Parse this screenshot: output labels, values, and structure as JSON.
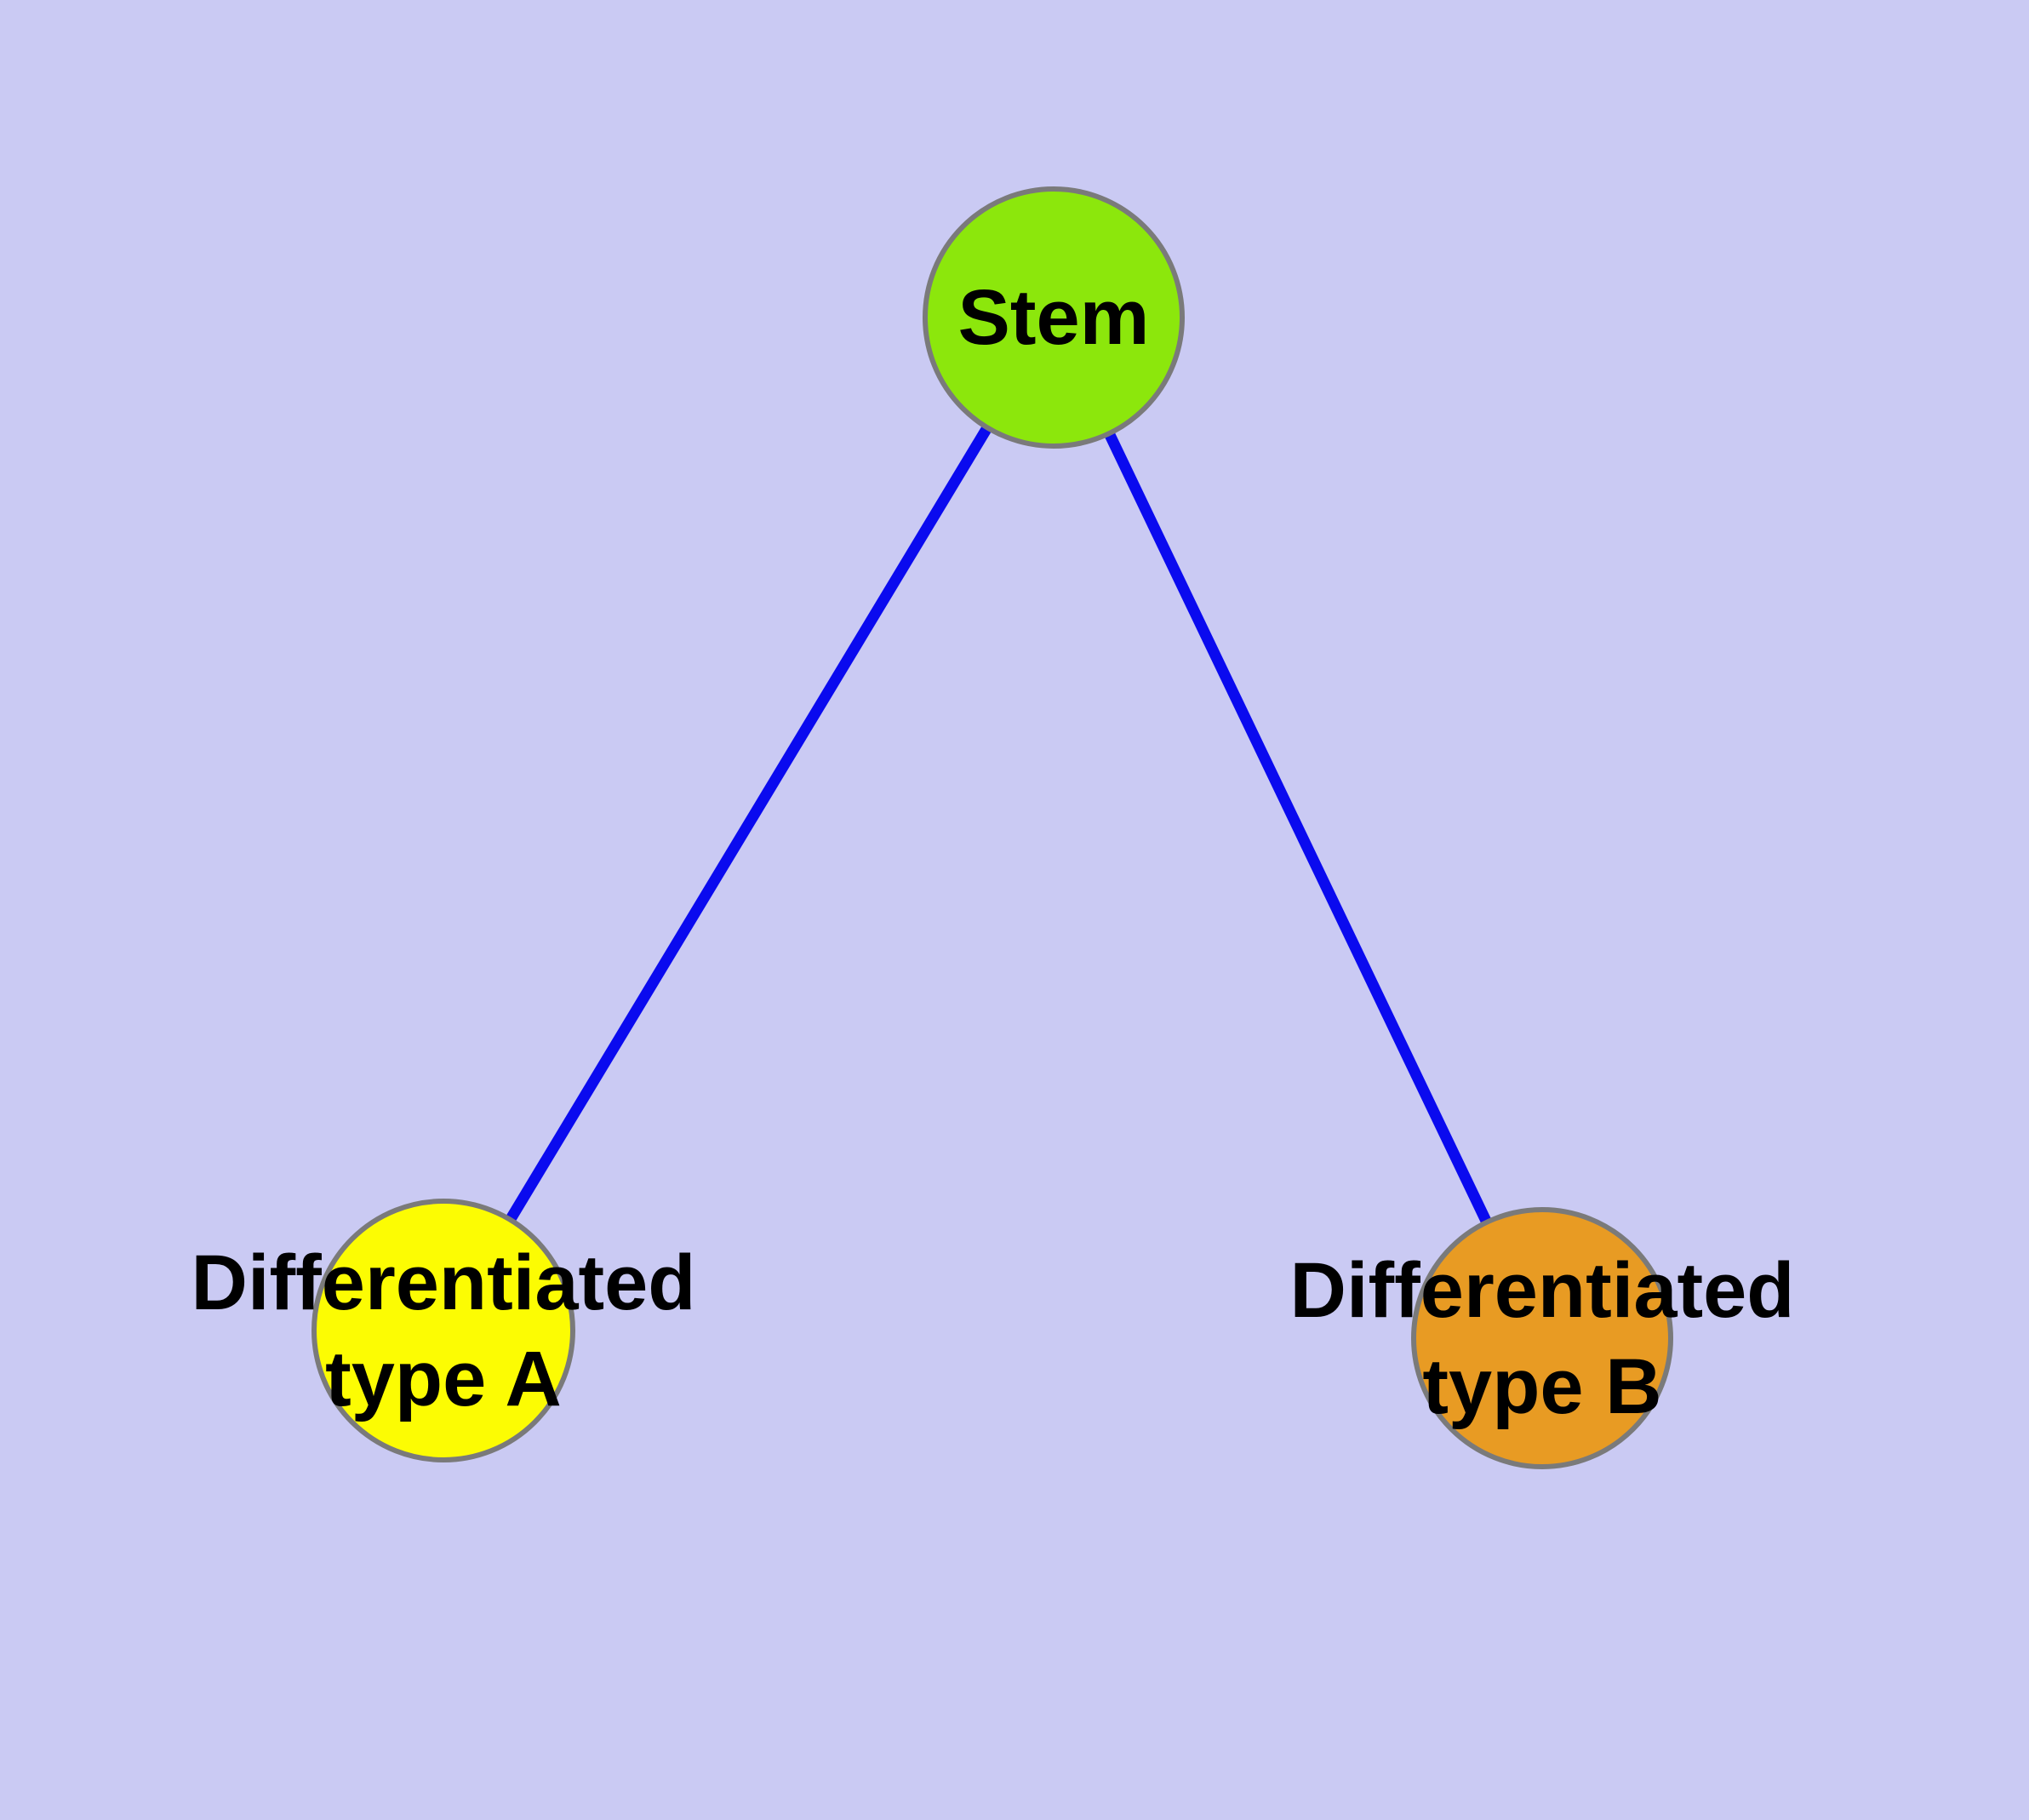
{
  "diagram": {
    "type": "node-link-graph",
    "description": "Stem cell differentiation hierarchy: one stem node connected to two differentiated cell type nodes",
    "colors": {
      "background": "#CACAF3",
      "edge": "#0A0AEF",
      "node_border": "#7A7A7A",
      "text": "#000000"
    },
    "nodes": {
      "stem": {
        "label": "Stem",
        "fill": "#8CE70C"
      },
      "type_a": {
        "label_line1": "Differentiated",
        "label_line2": "type A",
        "fill": "#FCFC03"
      },
      "type_b": {
        "label_line1": "Differentiated",
        "label_line2": "type B",
        "fill": "#E89B23"
      }
    },
    "edges": [
      {
        "from": "stem",
        "to": "type_a"
      },
      {
        "from": "stem",
        "to": "type_b"
      }
    ]
  }
}
